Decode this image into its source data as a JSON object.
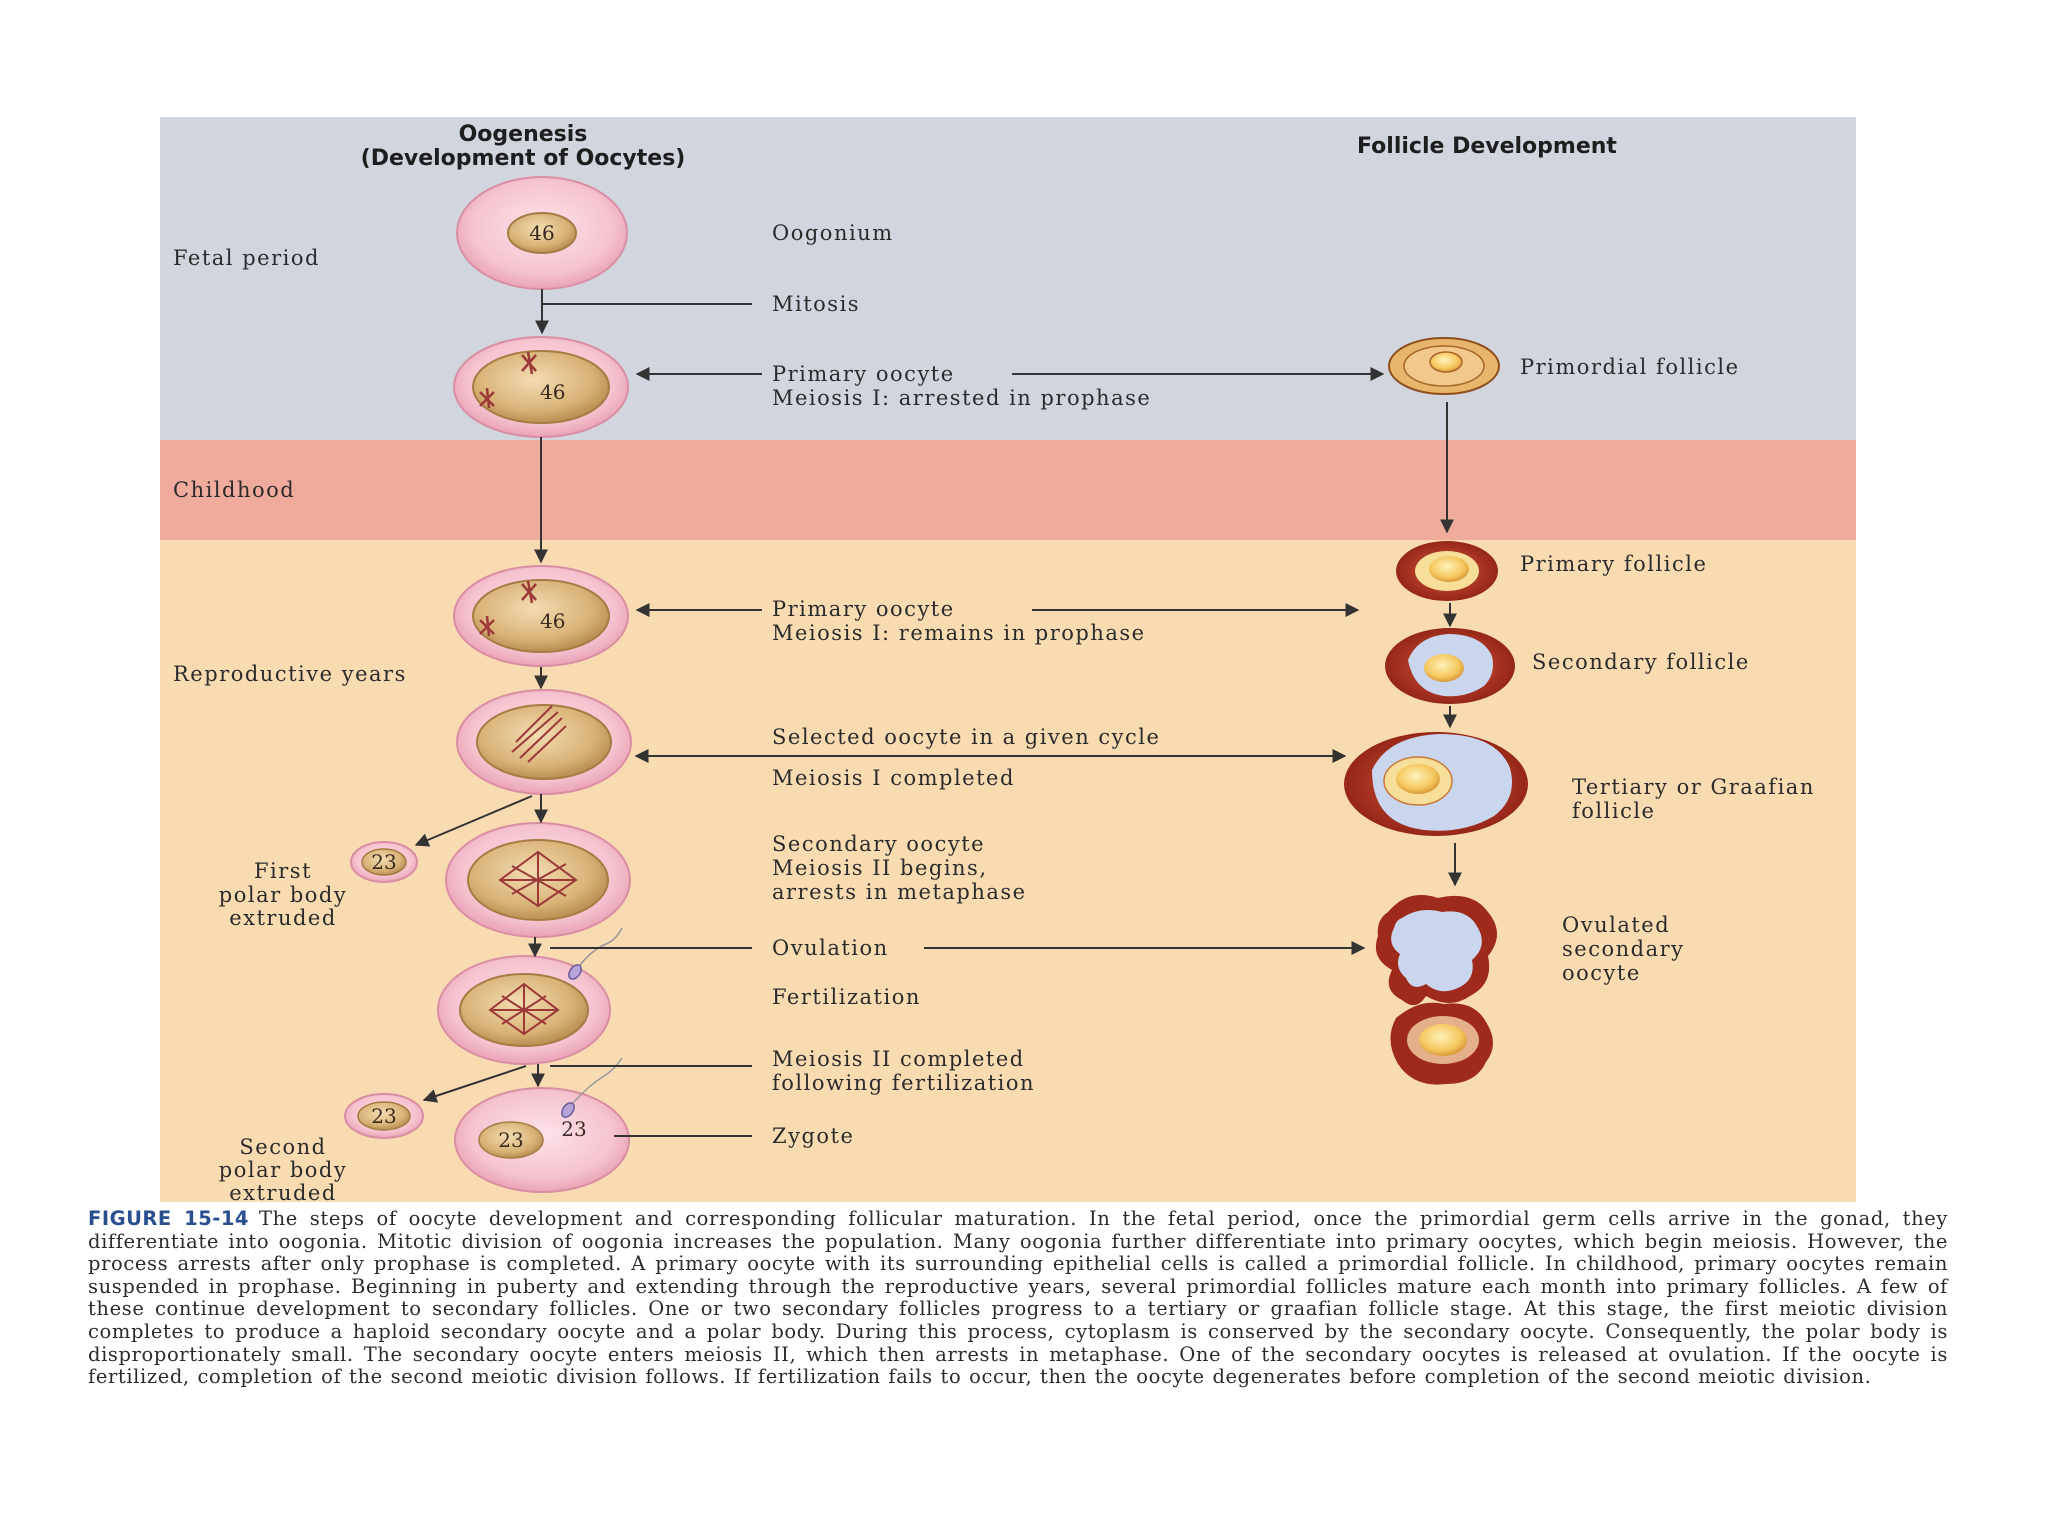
{
  "headers": {
    "oogenesis_line1": "Oogenesis",
    "oogenesis_line2": "(Development of Oocytes)",
    "follicle": "Follicle Development"
  },
  "periods": {
    "fetal": "Fetal period",
    "childhood": "Childhood",
    "reproductive": "Reproductive years"
  },
  "chromosomes": {
    "n46": "46",
    "n23": "23"
  },
  "stages": {
    "oogonium": "Oogonium",
    "mitosis": "Mitosis",
    "primary_oocyte": "Primary oocyte",
    "arrested": "Meiosis I: arrested in prophase",
    "remains": "Meiosis I: remains in prophase",
    "selected": "Selected oocyte in a given cycle",
    "meiosis1_completed": "Meiosis I completed",
    "secondary_oocyte": "Secondary oocyte",
    "meiosis2_begins": "Meiosis II begins,",
    "arrests_metaphase": "arrests in metaphase",
    "ovulation": "Ovulation",
    "fertilization": "Fertilization",
    "meiosis2_completed": "Meiosis II completed",
    "following_fert": "following fertilization",
    "zygote": "Zygote"
  },
  "polar_bodies": {
    "first_1": "First",
    "first_2": "polar body",
    "first_3": "extruded",
    "second_1": "Second",
    "second_2": "polar body",
    "second_3": "extruded"
  },
  "follicles": {
    "primordial": "Primordial follicle",
    "primary": "Primary follicle",
    "secondary": "Secondary follicle",
    "tertiary_1": "Tertiary or Graafian",
    "tertiary_2": "follicle",
    "ovulated_1": "Ovulated",
    "ovulated_2": "secondary",
    "ovulated_3": "oocyte"
  },
  "caption": {
    "figure_label": "FIGURE 15-14",
    "text": "The steps of oocyte development and corresponding follicular maturation. In the fetal period, once the primordial germ cells arrive in the gonad, they differentiate into oogonia. Mitotic division of oogonia increases the population. Many oogonia further differentiate into primary oocytes, which begin meiosis. However, the process arrests after only prophase is completed. A primary oocyte with its surrounding epithelial cells is called a primordial follicle. In childhood, primary oocytes remain suspended in prophase. Beginning in puberty and extending through the reproductive years, several primordial follicles mature each month into primary follicles. A few of these continue development to secondary follicles. One or two secondary follicles progress to a tertiary or graafian follicle stage. At this stage, the first meiotic division completes to produce a haploid secondary oocyte and a polar body. During this process, cytoplasm is conserved by the secondary oocyte. Consequently, the polar body is disproportionately small. The secondary oocyte enters meiosis II, which then arrests in metaphase. One of the secondary oocytes is released at ovulation. If the oocyte is fertilized, completion of the second meiotic division follows. If fertilization fails to occur, then the oocyte degenerates before completion of the second meiotic division."
  },
  "colors": {
    "fetal_band": "#d1d6de",
    "childhood_band": "#efab9b",
    "reproductive_band": "#f9dbb2",
    "cell_pink": "#f2b6c6",
    "nucleus_tan": "#d9b378",
    "follicle_red": "#b03020",
    "antrum_blue": "#c9d6ee",
    "caption_blue": "#2a4f8f"
  }
}
